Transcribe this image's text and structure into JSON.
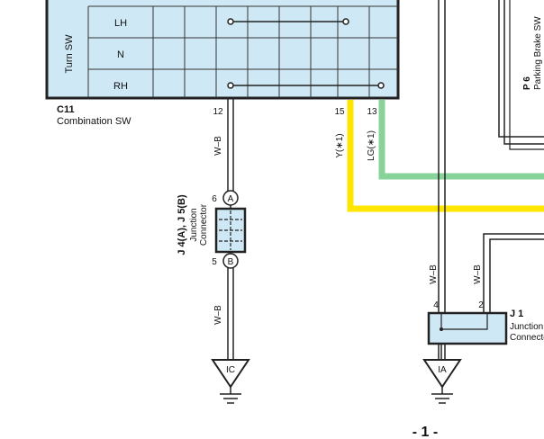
{
  "colors": {
    "switch_fill": "#cfe8f5",
    "junction_fill": "#cfe8f5",
    "wire_yellow": "#ffe600",
    "wire_green": "#88d39a",
    "wire_black": "#222222"
  },
  "combination_switch": {
    "group_label": "Turn SW",
    "rows": [
      "LH",
      "N",
      "RH"
    ],
    "code": "C11",
    "name": "Combination SW",
    "pins": {
      "p12": "12",
      "p15": "15",
      "p13": "13"
    }
  },
  "wires": {
    "wb_upper": "W–B",
    "y1": "Y(∗1)",
    "lg1": "LG(∗1)",
    "wb_lower": "W–B",
    "wb_ia": "W–B",
    "wb_j1": "W–B"
  },
  "junction_connector": {
    "codes": "J 4(A), J 5(B)",
    "name_line1": "Junction",
    "name_line2": "Connector",
    "pin_top": "6",
    "pin_bottom": "5",
    "term_a": "A",
    "term_b": "B"
  },
  "j1": {
    "code": "J 1",
    "name_line1": "Junction",
    "name_line2": "Connector",
    "pin_left": "4",
    "pin_right": "2"
  },
  "parking_brake": {
    "code": "P 6",
    "name": "Parking Brake SW"
  },
  "grounds": {
    "left": "IC",
    "right": "IA"
  },
  "page_number": "- 1 -"
}
